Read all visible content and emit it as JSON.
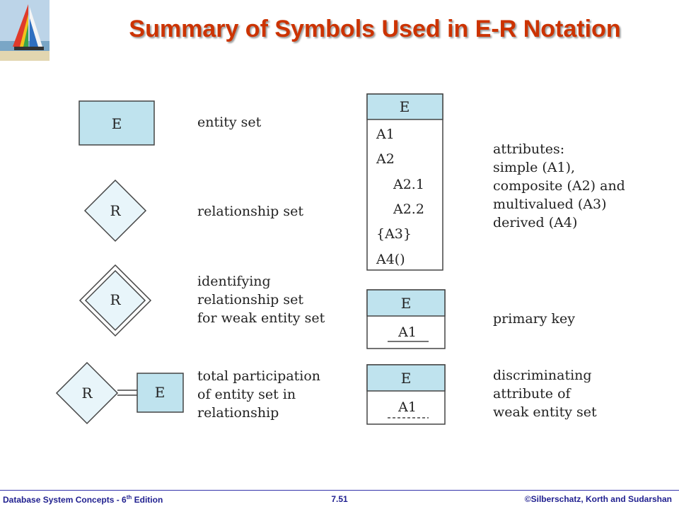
{
  "title": "Summary of Symbols Used in E-R Notation",
  "footer": {
    "book": "Database System Concepts - 6",
    "book_sup": "th",
    "book_suffix": " Edition",
    "page": "7.51",
    "copyright": "©Silberschatz, Korth and Sudarshan"
  },
  "symbols": {
    "entity": {
      "letter": "E",
      "caption": [
        "entity set"
      ]
    },
    "relationship": {
      "letter": "R",
      "caption": [
        "relationship set"
      ]
    },
    "identifying": {
      "letter": "R",
      "caption": [
        "identifying",
        "relationship set",
        "for weak entity set"
      ]
    },
    "total": {
      "rel_letter": "R",
      "entity_letter": "E",
      "caption": [
        "total participation",
        "of entity set in",
        "relationship"
      ]
    },
    "attributes": {
      "entity_letter": "E",
      "items": [
        "A1",
        "A2",
        "A2.1",
        "A2.2",
        "{A3}",
        "A4()"
      ],
      "caption": [
        "attributes:",
        "simple (A1),",
        "composite (A2) and",
        "multivalued (A3)",
        "derived (A4)"
      ]
    },
    "primary_key": {
      "entity_letter": "E",
      "attribute": "A1",
      "caption": [
        "primary key"
      ]
    },
    "discriminator": {
      "entity_letter": "E",
      "attribute": "A1",
      "caption": [
        "discriminating",
        "attribute of",
        "weak entity set"
      ]
    }
  },
  "colors": {
    "title": "#cc3300",
    "fill": "#bfe3ee",
    "fill_light": "#e8f5fa",
    "stroke": "#444444",
    "footer_text": "#1f1f8f"
  },
  "icons": {
    "logo": "sailboat-logo-icon"
  }
}
